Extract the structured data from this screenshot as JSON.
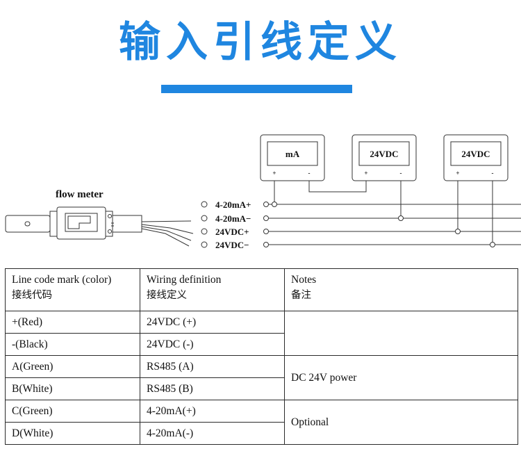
{
  "page_title": "输入引线定义",
  "diagram": {
    "meter_label": "flow meter",
    "boxes": [
      {
        "label": "mA",
        "plus": "+",
        "minus": "-"
      },
      {
        "label": "24VDC",
        "plus": "+",
        "minus": "-"
      },
      {
        "label": "24VDC",
        "plus": "+",
        "minus": "-"
      }
    ],
    "wires": [
      {
        "label": "4-20mA+"
      },
      {
        "label": "4-20mA−"
      },
      {
        "label": "24VDC+"
      },
      {
        "label": "24VDC−"
      }
    ]
  },
  "table": {
    "headers": [
      {
        "en": "Line code mark (color)",
        "cn": "接线代码"
      },
      {
        "en": "Wiring definition",
        "cn": "接线定义"
      },
      {
        "en": "Notes",
        "cn": "备注"
      }
    ],
    "rows": [
      {
        "code": "+(Red)",
        "def": "24VDC (+)"
      },
      {
        "code": "-(Black)",
        "def": "24VDC (-)"
      },
      {
        "code": "A(Green)",
        "def": "RS485 (A)"
      },
      {
        "code": "B(White)",
        "def": "RS485 (B)"
      },
      {
        "code": "C(Green)",
        "def": "4-20mA(+)"
      },
      {
        "code": "D(White)",
        "def": "4-20mA(-)"
      }
    ],
    "notes": [
      "",
      "DC 24V power",
      "Optional"
    ]
  },
  "colors": {
    "title": "#1f86e0",
    "line": "#333333"
  }
}
